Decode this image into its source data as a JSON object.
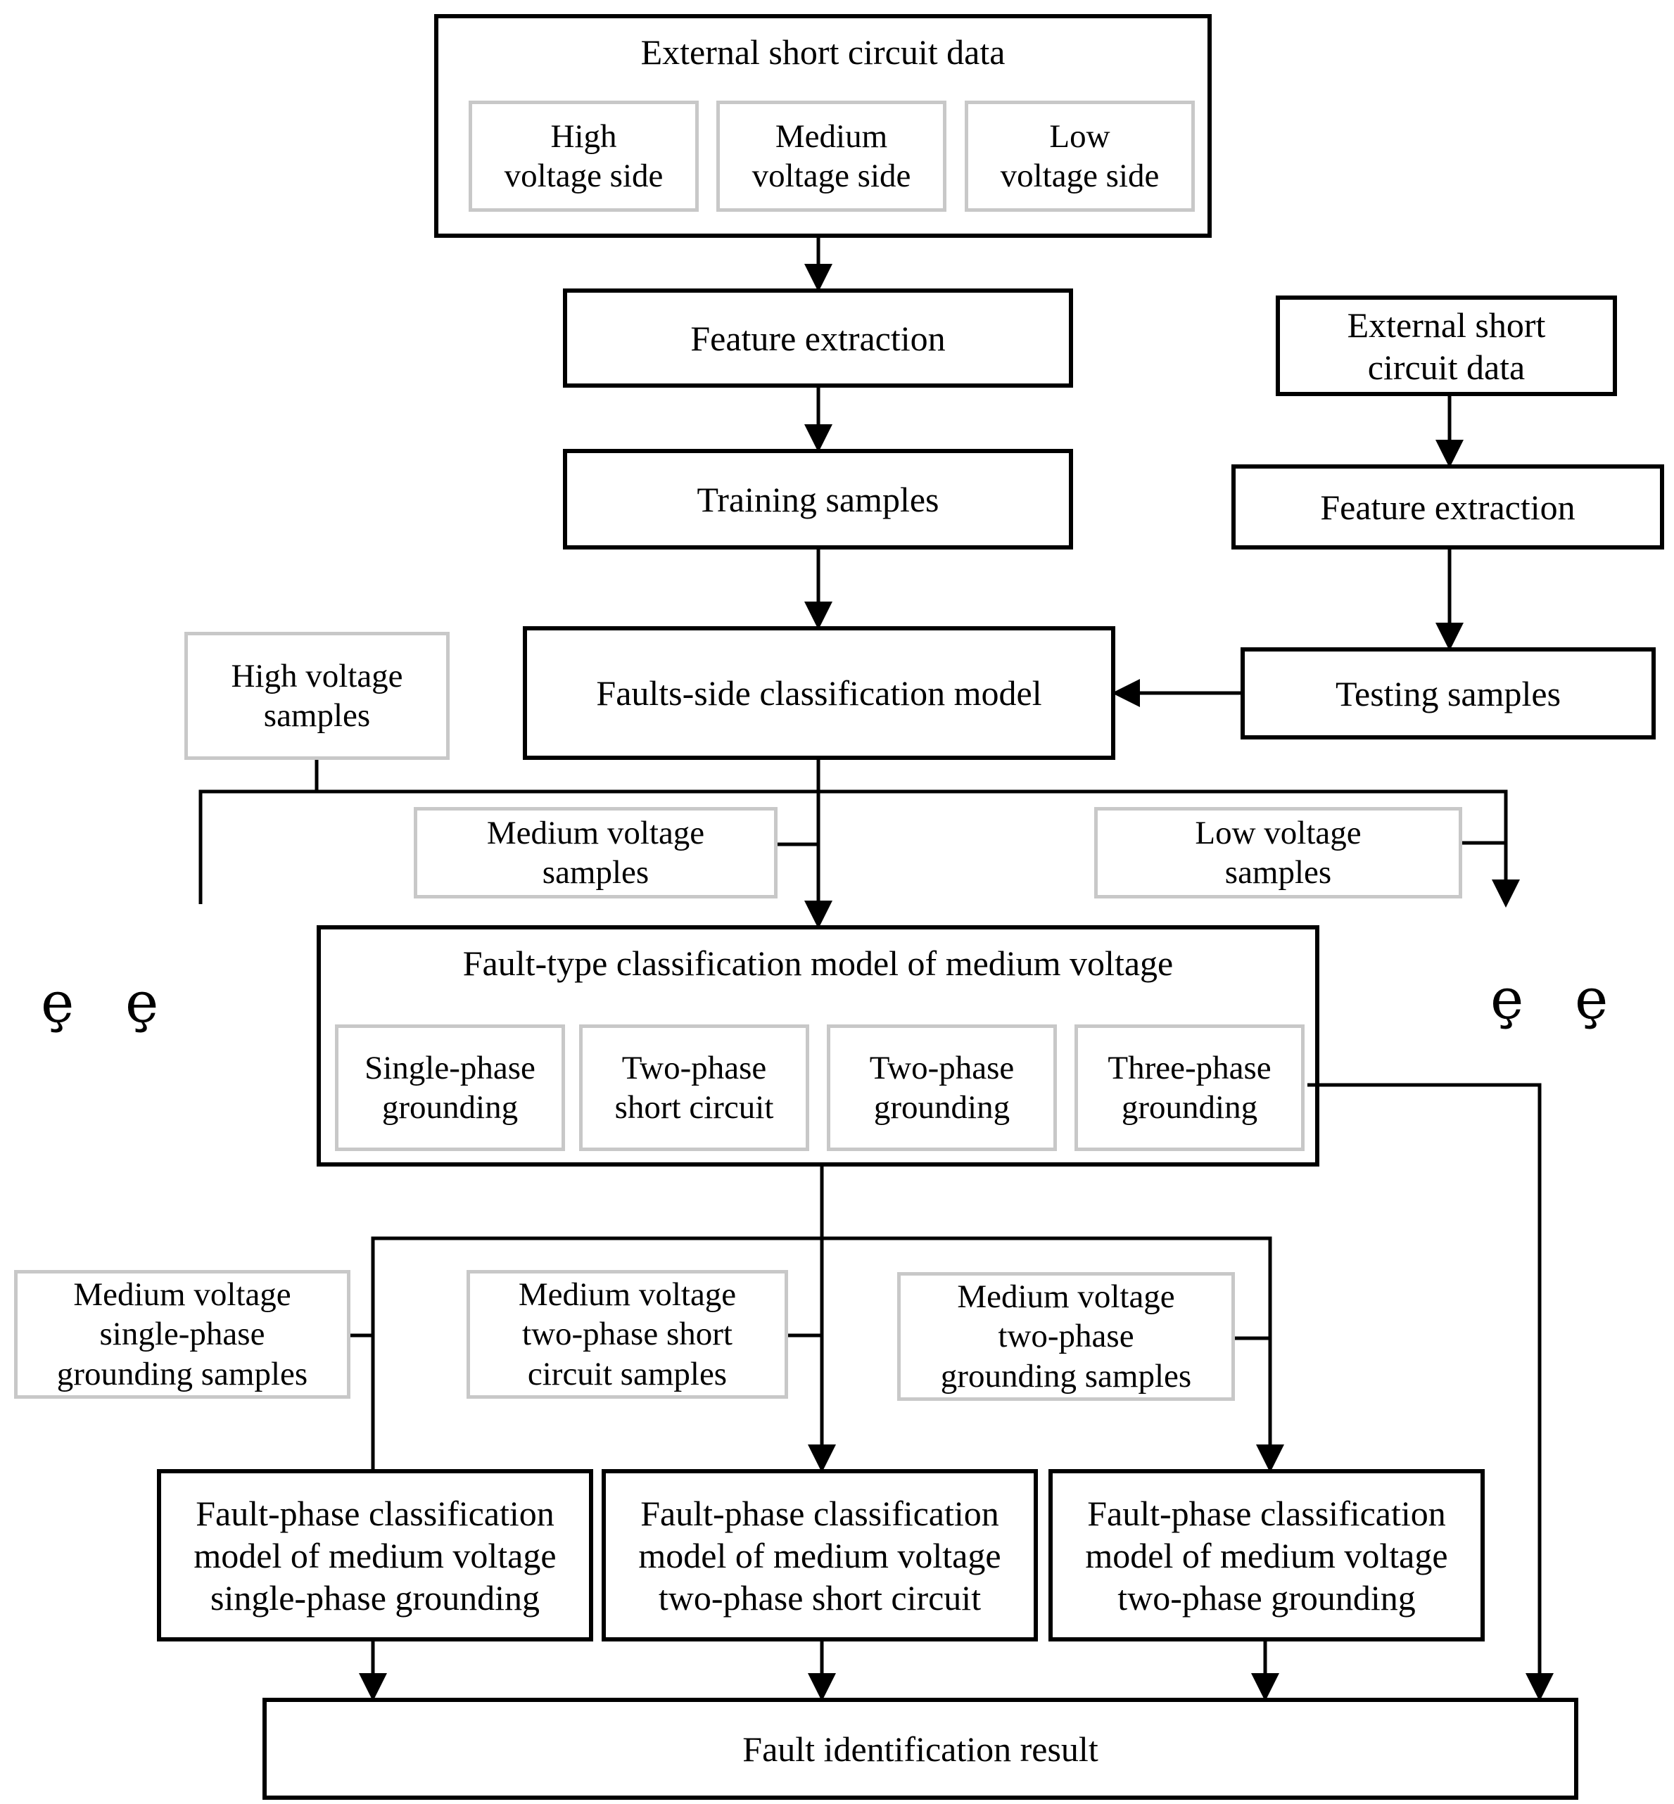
{
  "top_box": {
    "title": "External short circuit data",
    "sides": [
      "High\nvoltage side",
      "Medium\nvoltage side",
      "Low\nvoltage side"
    ]
  },
  "train": {
    "feature_extraction": "Feature extraction",
    "training_samples": "Training samples"
  },
  "test": {
    "data": "External short\ncircuit  data",
    "feature_extraction": "Feature extraction",
    "testing_samples": "Testing samples"
  },
  "side_model": "Faults-side classification model",
  "side_outputs": {
    "high": "High voltage\nsamples",
    "medium": "Medium voltage\nsamples",
    "low": "Low voltage\nsamples"
  },
  "ellipsis_glyph": "ȩ",
  "type_model": {
    "title": "Fault-type classification model of medium voltage",
    "types": [
      "Single-phase\ngrounding",
      "Two-phase\nshort circuit",
      "Two-phase\ngrounding",
      "Three-phase\ngrounding"
    ]
  },
  "type_outputs": [
    "Medium voltage\nsingle-phase\ngrounding samples",
    "Medium voltage\ntwo-phase short\ncircuit samples",
    "Medium voltage\ntwo-phase\ngrounding  samples"
  ],
  "phase_models": [
    "Fault-phase classification\nmodel of medium voltage\nsingle-phase grounding",
    "Fault-phase classification\nmodel of medium voltage\ntwo-phase short circuit",
    "Fault-phase classification\nmodel of medium voltage\ntwo-phase grounding"
  ],
  "result": "Fault identification result"
}
